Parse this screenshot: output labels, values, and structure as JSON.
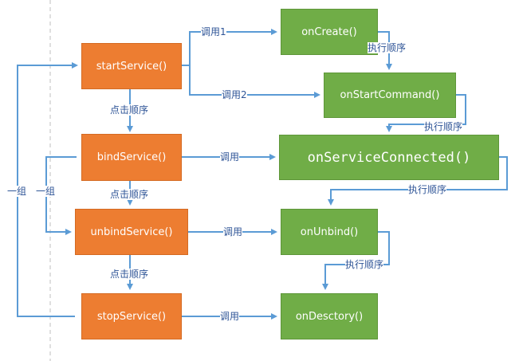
{
  "nodes": {
    "start_service": "startService()",
    "bind_service": "bindService()",
    "unbind_service": "unbindService()",
    "stop_service": "stopService()",
    "on_create": "onCreate()",
    "on_start_command": "onStartCommand()",
    "on_service_connected": "onServiceConnected()",
    "on_unbind": "onUnbind()",
    "on_destroy": "onDesctory()"
  },
  "labels": {
    "call_1": "调用1",
    "call_2": "调用2",
    "call": "调用",
    "click_order": "点击顺序",
    "exec_order": "执行顺序",
    "group": "一组"
  },
  "colors": {
    "caller_box": "#ED7D31",
    "callback_box": "#70AD47",
    "arrow": "#5B9BD5",
    "label_text": "#2F5597",
    "divider": "#BFBFBF"
  }
}
